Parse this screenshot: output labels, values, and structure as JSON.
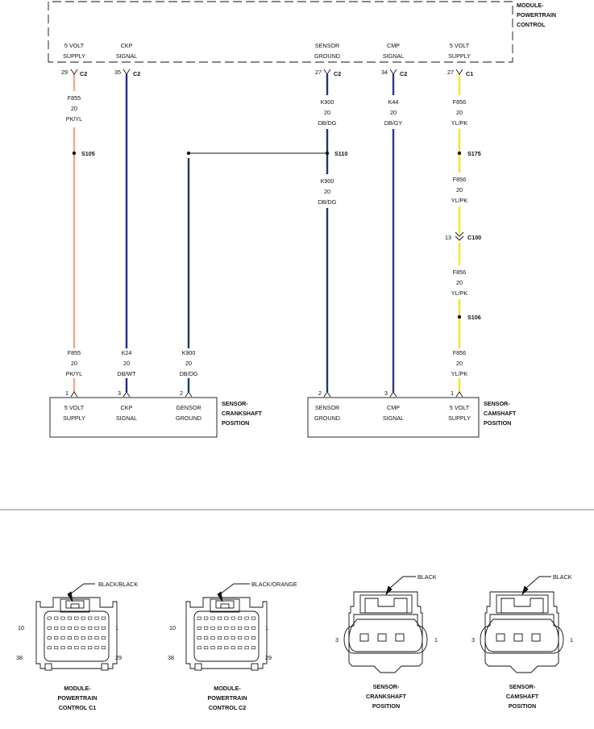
{
  "colors": {
    "pk_yl": "#f4a78f",
    "db_wt": "#1f2a9c",
    "db_dg": "#1d3a63",
    "db_gy": "#2f3a8c",
    "yl_pk": "#f2e62a",
    "outline": "#111111"
  },
  "pcm_label": [
    "MODULE-",
    "POWERTRAIN",
    "CONTROL"
  ],
  "pcm_pins": [
    {
      "label": [
        "5 VOLT",
        "SUPPLY"
      ],
      "pin": "29",
      "conn": "C2"
    },
    {
      "label": [
        "CKP",
        "SIGNAL"
      ],
      "pin": "35",
      "conn": "C2"
    },
    {
      "label": [
        "SENSOR",
        "GROUND"
      ],
      "pin": "27",
      "conn": "C2"
    },
    {
      "label": [
        "CMP",
        "SIGNAL"
      ],
      "pin": "34",
      "conn": "C2"
    },
    {
      "label": [
        "5 VOLT",
        "SUPPLY"
      ],
      "pin": "27",
      "conn": "C1"
    }
  ],
  "wire_labels": {
    "f855_top": [
      "F855",
      "20",
      "PK/YL"
    ],
    "k900_top": [
      "K900",
      "20",
      "DB/DG"
    ],
    "k44_top": [
      "K44",
      "20",
      "DB/GY"
    ],
    "f856_top": [
      "F856",
      "20",
      "YL/PK"
    ],
    "k900_mid": [
      "K900",
      "20",
      "DB/DG"
    ],
    "f856_a": [
      "F856",
      "20",
      "YL/PK"
    ],
    "f856_b": [
      "F856",
      "20",
      "YL/PK"
    ],
    "f855_bot": [
      "F855",
      "20",
      "PK/YL"
    ],
    "k24_bot": [
      "K24",
      "20",
      "DB/WT"
    ],
    "k900_bot": [
      "K900",
      "20",
      "DB/DG"
    ],
    "f856_bot": [
      "F856",
      "20",
      "YL/PK"
    ]
  },
  "splices": {
    "s105": "S105",
    "s110": "S110",
    "s175": "S175",
    "s106": "S106"
  },
  "inline_connector": {
    "pin": "13",
    "name": "C100"
  },
  "ckp_sensor": {
    "name": [
      "SENSOR-",
      "CRANKSHAFT",
      "POSITION"
    ],
    "pins": [
      {
        "pin": "1",
        "label": [
          "5 VOLT",
          "SUPPLY"
        ]
      },
      {
        "pin": "3",
        "label": [
          "CKP",
          "SIGNAL"
        ]
      },
      {
        "pin": "2",
        "label": [
          "GENSOR",
          "GROUND"
        ]
      }
    ]
  },
  "cmp_sensor": {
    "name": [
      "SENSOR-",
      "CAMSHAFT",
      "POSITION"
    ],
    "pins": [
      {
        "pin": "2",
        "label": [
          "SENSOR",
          "GROUND"
        ]
      },
      {
        "pin": "3",
        "label": [
          "CMP",
          "SIGNAL"
        ]
      },
      {
        "pin": "1",
        "label": [
          "5 VOLT",
          "SUPPLY"
        ]
      }
    ]
  },
  "connector_views": [
    {
      "color": "BLACK/BLACK",
      "pin_tl": "10",
      "pin_tr": "1",
      "pin_bl": "38",
      "pin_br": "29",
      "name": [
        "MODULE-",
        "POWERTRAIN",
        "CONTROL C1"
      ]
    },
    {
      "color": "BLACK/ORANGE",
      "pin_tl": "10",
      "pin_tr": "1",
      "pin_bl": "38",
      "pin_br": "29",
      "name": [
        "MODULE-",
        "POWERTRAIN",
        "CONTROL C2"
      ]
    },
    {
      "color": "BLACK",
      "pin_left": "3",
      "pin_right": "1",
      "name": [
        "SENSOR-",
        "CRANKSHAFT",
        "POSITION"
      ]
    },
    {
      "color": "BLACK",
      "pin_left": "3",
      "pin_right": "1",
      "name": [
        "SENSOR-",
        "CAMSHAFT",
        "POSITION"
      ]
    }
  ]
}
